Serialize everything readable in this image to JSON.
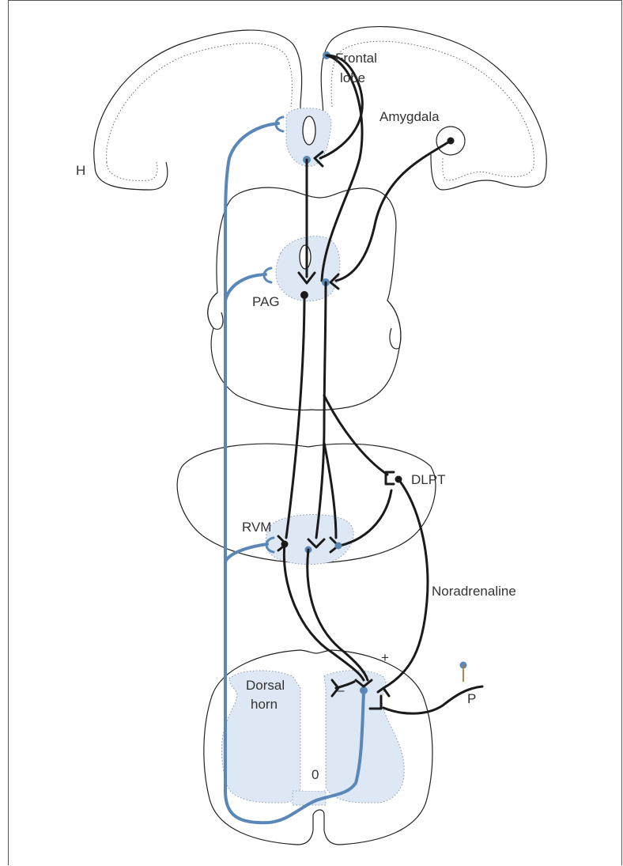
{
  "labels": {
    "h": "H",
    "frontal_1": "Frontal",
    "frontal_2": "lobe",
    "amygdala": "Amygdala",
    "pag": "PAG",
    "dlpt": "DLPT",
    "rvm": "RVM",
    "noradrenaline": "Noradrenaline",
    "plus": "+",
    "minus": "–",
    "dorsal_1": "Dorsal",
    "dorsal_2": "horn",
    "p": "P",
    "zero": "0"
  },
  "colors": {
    "neuron_black": "#1a1a1a",
    "neuron_blue": "#5b87b8",
    "region_fill": "#dde8f4",
    "outline": "#222222"
  }
}
